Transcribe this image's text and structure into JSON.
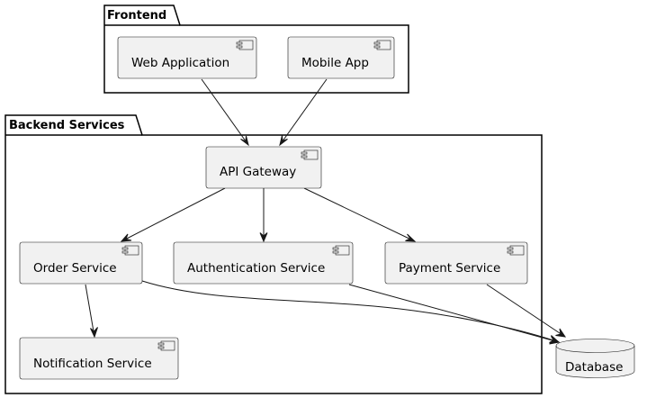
{
  "colors": {
    "node_fill": "#f1f1f1",
    "node_stroke": "#181818",
    "package_stroke": "#000000",
    "background": "#ffffff"
  },
  "packages": {
    "frontend": {
      "title": "Frontend"
    },
    "backend": {
      "title": "Backend Services"
    }
  },
  "components": {
    "web_app": {
      "label": "Web Application",
      "icon": "component-icon"
    },
    "mobile_app": {
      "label": "Mobile App",
      "icon": "component-icon"
    },
    "api_gateway": {
      "label": "API Gateway",
      "icon": "component-icon"
    },
    "order_service": {
      "label": "Order Service",
      "icon": "component-icon"
    },
    "auth_service": {
      "label": "Authentication Service",
      "icon": "component-icon"
    },
    "payment_service": {
      "label": "Payment Service",
      "icon": "component-icon"
    },
    "notification_service": {
      "label": "Notification Service",
      "icon": "component-icon"
    }
  },
  "database": {
    "label": "Database",
    "icon": "database-icon"
  },
  "edges": [
    {
      "from": "Web Application",
      "to": "API Gateway"
    },
    {
      "from": "Mobile App",
      "to": "API Gateway"
    },
    {
      "from": "API Gateway",
      "to": "Order Service"
    },
    {
      "from": "API Gateway",
      "to": "Authentication Service"
    },
    {
      "from": "API Gateway",
      "to": "Payment Service"
    },
    {
      "from": "Order Service",
      "to": "Notification Service"
    },
    {
      "from": "Order Service",
      "to": "Database"
    },
    {
      "from": "Authentication Service",
      "to": "Database"
    },
    {
      "from": "Payment Service",
      "to": "Database"
    }
  ]
}
